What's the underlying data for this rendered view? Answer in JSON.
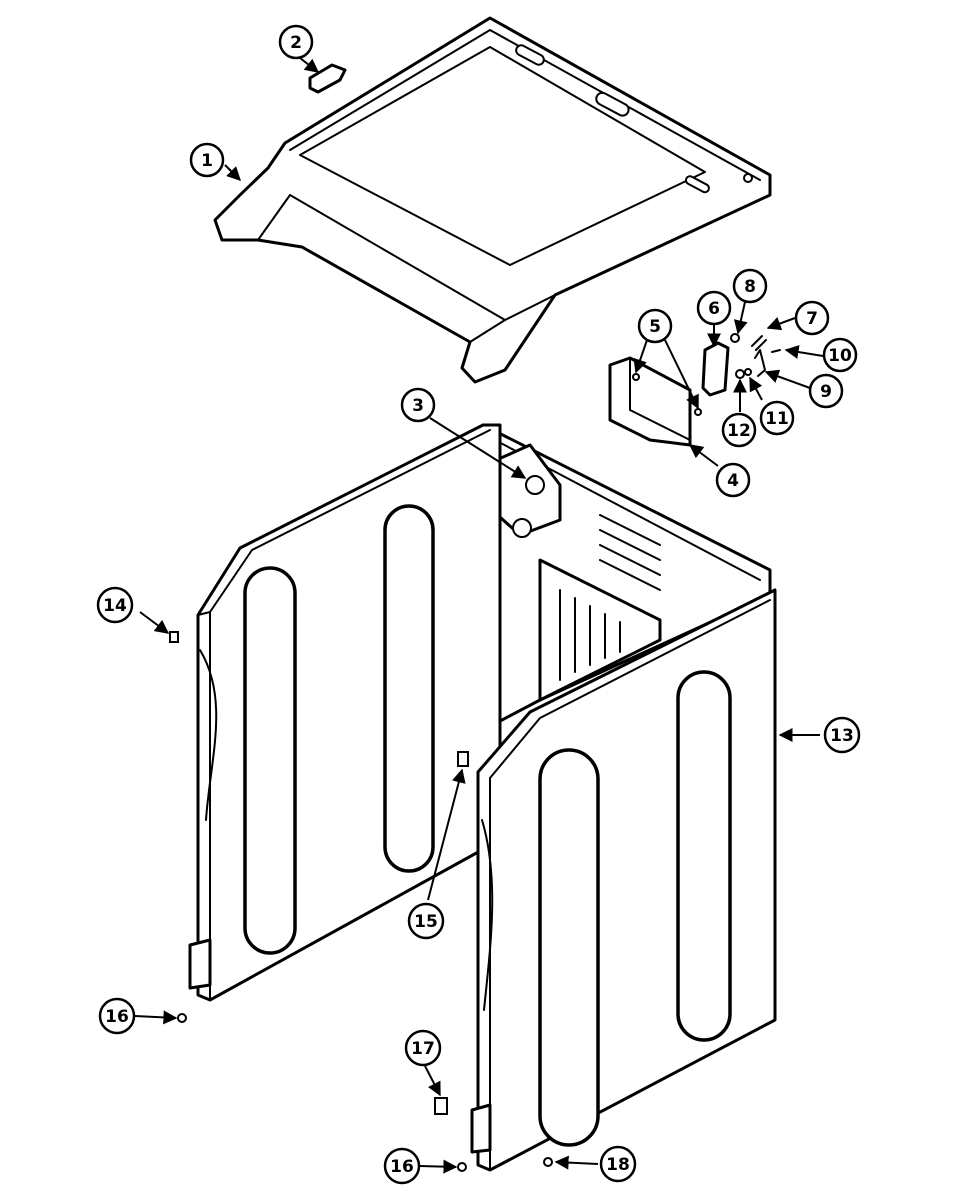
{
  "colors": {
    "line": "#000000",
    "background": "#ffffff"
  },
  "callouts": [
    {
      "label": "1"
    },
    {
      "label": "2"
    },
    {
      "label": "3"
    },
    {
      "label": "4"
    },
    {
      "label": "5"
    },
    {
      "label": "6"
    },
    {
      "label": "7"
    },
    {
      "label": "8"
    },
    {
      "label": "9"
    },
    {
      "label": "10"
    },
    {
      "label": "11"
    },
    {
      "label": "12"
    },
    {
      "label": "13"
    },
    {
      "label": "14"
    },
    {
      "label": "15"
    },
    {
      "label": "16"
    },
    {
      "label": "16"
    },
    {
      "label": "17"
    },
    {
      "label": "18"
    }
  ]
}
